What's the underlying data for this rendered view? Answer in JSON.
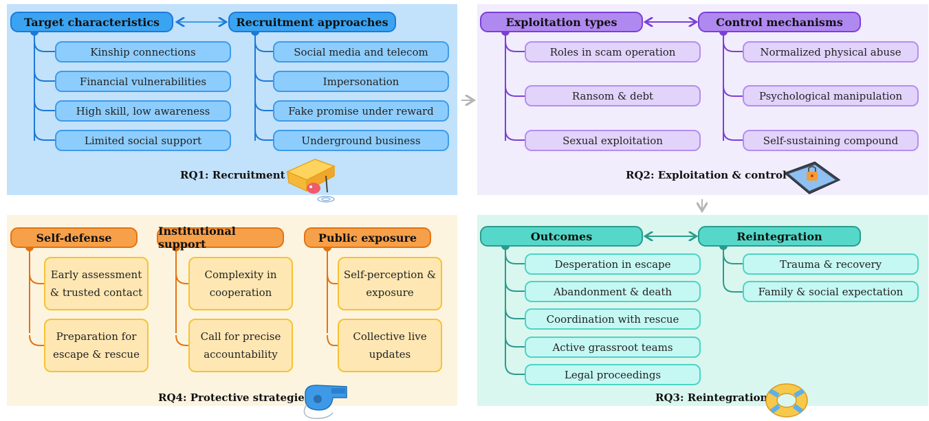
{
  "rq1": {
    "title": "RQ1: Recruitment",
    "groups": [
      {
        "header": "Target characteristics",
        "items": [
          "Kinship connections",
          "Financial vulnerabilities",
          "High skill, low awareness",
          "Limited social support"
        ]
      },
      {
        "header": "Recruitment approaches",
        "items": [
          "Social media and telecom",
          "Impersonation",
          "Fake promise under reward",
          "Underground business"
        ]
      }
    ]
  },
  "rq2": {
    "title": "RQ2: Exploitation & control",
    "groups": [
      {
        "header": "Exploitation types",
        "items": [
          "Roles in scam operation",
          "Ransom & debt",
          "Sexual exploitation"
        ]
      },
      {
        "header": "Control mechanisms",
        "items": [
          "Normalized physical abuse",
          "Psychological manipulation",
          "Self-sustaining compound"
        ]
      }
    ]
  },
  "rq3": {
    "title": "RQ3: Reintegration",
    "groups": [
      {
        "header": "Outcomes",
        "items": [
          "Desperation in escape",
          "Abandonment & death",
          "Coordination with rescue",
          "Active grassroot teams",
          "Legal proceedings"
        ]
      },
      {
        "header": "Reintegration",
        "items": [
          "Trauma & recovery",
          "Family & social expectation"
        ]
      }
    ]
  },
  "rq4": {
    "title": "RQ4: Protective strategies",
    "groups": [
      {
        "header": "Self-defense",
        "items": [
          [
            "Early assessment",
            "& trusted contact"
          ],
          [
            "Preparation for",
            "escape & rescue"
          ]
        ]
      },
      {
        "header": "Institutional support",
        "items": [
          [
            "Complexity in",
            "cooperation"
          ],
          [
            "Call for precise",
            "accountability"
          ]
        ]
      },
      {
        "header": "Public exposure",
        "items": [
          [
            "Self-perception &",
            "exposure"
          ],
          [
            "Collective live",
            "updates"
          ]
        ]
      }
    ]
  },
  "colors": {
    "rq1_panel": "#c2e1fb",
    "rq2_panel": "#f1edfd",
    "rq3_panel": "#d9f7ef",
    "rq4_panel": "#fdf4e0",
    "blue": "#1c79d8",
    "purple": "#7c3fd6",
    "teal": "#2a9b8c",
    "orange": "#e27312",
    "arrow_gray": "#b5b5b5"
  },
  "icons": [
    "box-trap-icon",
    "locked-phone-icon",
    "lifebuoy-icon",
    "whistle-icon"
  ]
}
